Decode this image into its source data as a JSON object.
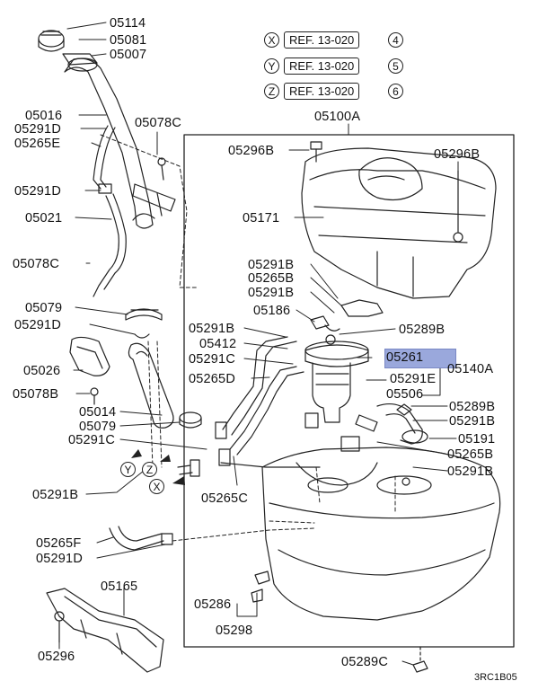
{
  "refs": [
    {
      "letter": "X",
      "text": "REF. 13-020",
      "num": "4"
    },
    {
      "letter": "Y",
      "text": "REF. 13-020",
      "num": "5"
    },
    {
      "letter": "Z",
      "text": "REF. 13-020",
      "num": "6"
    }
  ],
  "markers": {
    "y": "Y",
    "z": "Z",
    "x": "X"
  },
  "labels": {
    "p05114": "05114",
    "p05081": "05081",
    "p05007": "05007",
    "p05016": "05016",
    "p05291D_a": "05291D",
    "p05265E": "05265E",
    "p05078C_a": "05078C",
    "p05291D_b": "05291D",
    "p05021": "05021",
    "p05078C_b": "05078C",
    "p05079_a": "05079",
    "p05291D_c": "05291D",
    "p05026": "05026",
    "p05078B": "05078B",
    "p05014": "05014",
    "p05079_b": "05079",
    "p05291C_a": "05291C",
    "p05291B_a": "05291B",
    "p05265F": "05265F",
    "p05291D_d": "05291D",
    "p05165": "05165",
    "p05296_a": "05296",
    "p05100A": "05100A",
    "p05296B_a": "05296B",
    "p05296B_b": "05296B",
    "p05171": "05171",
    "p05291B_b": "05291B",
    "p05265B_a": "05265B",
    "p05291B_c": "05291B",
    "p05186": "05186",
    "p05289B_a": "05289B",
    "p05291B_d": "05291B",
    "p05412": "05412",
    "p05291C_b": "05291C",
    "p05265D": "05265D",
    "p05261": "05261",
    "p05291E": "05291E",
    "p05140A": "05140A",
    "p05506": "05506",
    "p05289B_b": "05289B",
    "p05291B_e": "05291B",
    "p05191": "05191",
    "p05265B_b": "05265B",
    "p05291B_f": "05291B",
    "p05265C": "05265C",
    "p05286": "05286",
    "p05298": "05298",
    "p05289C": "05289C"
  },
  "diagram_code": "3RC1B05",
  "colors": {
    "highlight": "#9aa8dc",
    "ink": "#222222"
  }
}
